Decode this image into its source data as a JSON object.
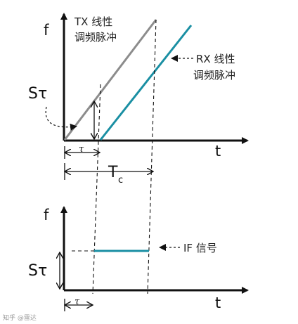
{
  "top_chart": {
    "f_label": "f",
    "t_label": "t",
    "tx_label_line1": "TX 线性",
    "tx_label_line2": "调频脉冲",
    "rx_label_line1": "RX 线性",
    "rx_label_line2": "调频脉冲",
    "s_tau_label": "Sτ",
    "tau_label": "τ",
    "tc_label": "T",
    "tc_sub": "c",
    "colors": {
      "tx": "#8c8c8c",
      "rx": "#1a8fa3",
      "axis": "#111111"
    }
  },
  "bottom_chart": {
    "f_label": "f",
    "t_label": "t",
    "s_tau_label": "Sτ",
    "tau_label": "τ",
    "if_label": "IF 信号",
    "colors": {
      "if": "#1a8fa3"
    }
  },
  "watermark": "知乎 @雷达"
}
